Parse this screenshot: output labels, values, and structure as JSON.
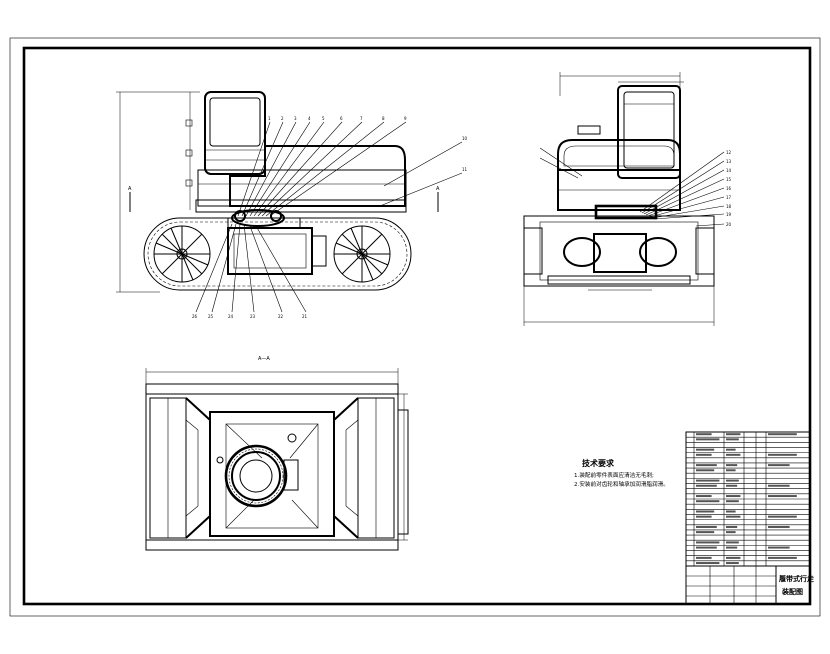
{
  "tech_requirements": {
    "heading": "技术要求",
    "items": [
      "1.装配前零件表面应清洁无毛刺;",
      "2.安装前对齿轮和轴承加润滑脂润滑。"
    ]
  },
  "title_block": {
    "name_line1": "履带式行走",
    "name_line2": "装配图"
  },
  "view_labels": {
    "section_a_left": "A",
    "section_a_right": "A",
    "section_view": "A—A"
  },
  "side_balloons": [
    "1",
    "2",
    "3",
    "4",
    "5",
    "6",
    "7",
    "8",
    "9",
    "10",
    "11"
  ],
  "bottom_balloons": [
    "26",
    "25",
    "24",
    "23",
    "22",
    "21"
  ],
  "right_balloons": [
    "12",
    "13",
    "14",
    "15",
    "16",
    "17",
    "18",
    "19",
    "20"
  ]
}
